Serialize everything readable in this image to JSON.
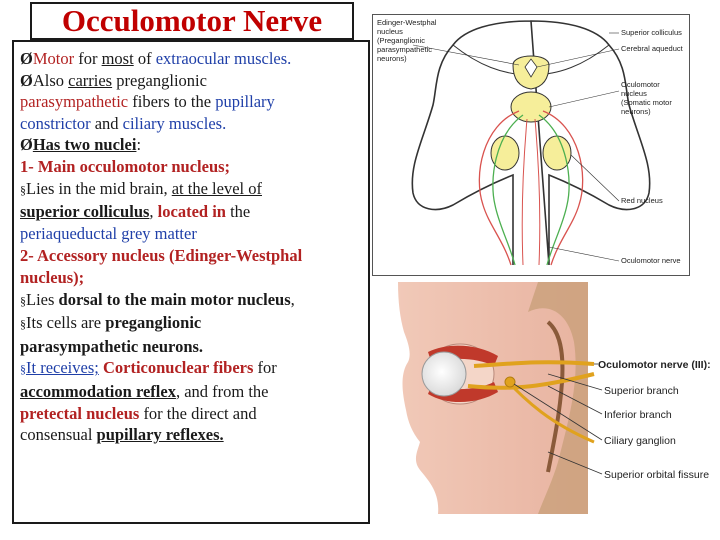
{
  "title": "Occulomotor Nerve",
  "lines": {
    "l1": {
      "a": "Motor",
      "b": " for ",
      "c": "most",
      "d": " of ",
      "e": "extraocular muscles."
    },
    "l2": {
      "a": "Also ",
      "b": "carries",
      "c": " preganglionic"
    },
    "l3": {
      "a": "parasympathetic",
      "b": " fibers to the ",
      "c": "pupillary"
    },
    "l4": {
      "a": "constrictor",
      "b": " and ",
      "c": "ciliary muscles."
    },
    "l5": {
      "a": "Has two nuclei",
      "b": ":"
    },
    "l6": {
      "a": "1- Main occulomotor nucleus;"
    },
    "l7": {
      "a": "Lies in the mid brain, ",
      "b": "at the level of"
    },
    "l8": {
      "a": "superior colliculus",
      "b": ", ",
      "c": "located in",
      "d": " the"
    },
    "l9": {
      "a": "periaqueductal grey matter"
    },
    "l10": {
      "a": "2- Accessory nucleus (Edinger-Westphal"
    },
    "l11": {
      "a": "nucleus);"
    },
    "l12": {
      "a": "Lies ",
      "b": "dorsal to the main motor nucleus",
      "c": ","
    },
    "l13": {
      "a": "Its cells are ",
      "b": "preganglionic"
    },
    "l14": {
      "a": "parasympathetic neurons."
    },
    "l15": {
      "a": "It receives;",
      "b": " Corticonuclear fibers",
      "c": " for"
    },
    "l16": {
      "a": "accommodation reflex",
      "b": ", and from the"
    },
    "l17": {
      "a": "pretectal nucleus",
      "b": "  for the direct and"
    },
    "l18": {
      "a": "consensual ",
      "b": "pupillary reflexes."
    }
  },
  "bullets": {
    "arrow": "Ø",
    "square": "§"
  },
  "fig1": {
    "ew": [
      "Edinger-Westphal",
      "nucleus",
      "(Preganglionic",
      "parasympathetic",
      "neurons)"
    ],
    "sc": "Superior colliculus",
    "ca": "Cerebral aqueduct",
    "on": [
      "Oculomotor",
      "nucleus",
      "(Somatic motor",
      "neurons)"
    ],
    "rn": "Red nucleus",
    "onerve": "Oculomotor nerve"
  },
  "fig2": {
    "l1": "Oculomotor nerve (III):",
    "l2": "Superior branch",
    "l3": "Inferior branch",
    "l4": "Ciliary ganglion",
    "l5": "Superior orbital fissure"
  },
  "colors": {
    "title": "#c00000",
    "blue": "#1f3fa8",
    "red": "#b22222",
    "nerve": "#e0a21e",
    "tract": "#d9534f",
    "green": "#4caf50"
  }
}
